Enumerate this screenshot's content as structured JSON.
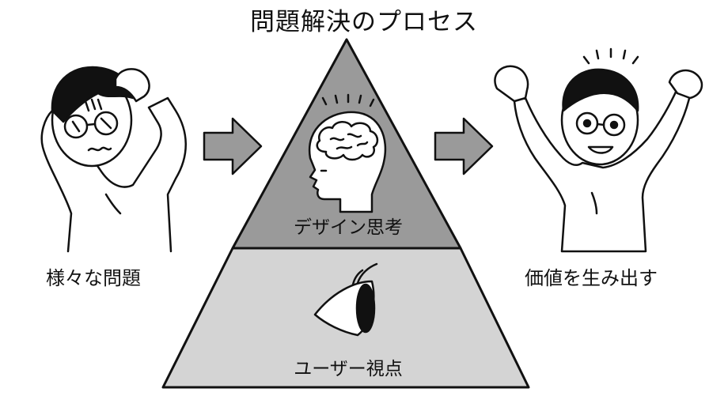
{
  "diagram": {
    "title": "問題解決のプロセス",
    "left_caption": "様々な問題",
    "right_caption": "価値を生み出す",
    "pyramid": {
      "top_tier_label": "デザイン思考",
      "bottom_tier_label": "ユーザー視点"
    },
    "colors": {
      "top_tier": "#9a9a9a",
      "bottom_tier": "#d4d4d4",
      "arrow": "#9a9a9a",
      "outline": "#111111"
    },
    "icons": {
      "left_figure": "worried-person-icon",
      "right_figure": "happy-person-icon",
      "brain": "brain-head-icon",
      "eye": "eye-icon",
      "arrow": "right-arrow-icon"
    }
  }
}
